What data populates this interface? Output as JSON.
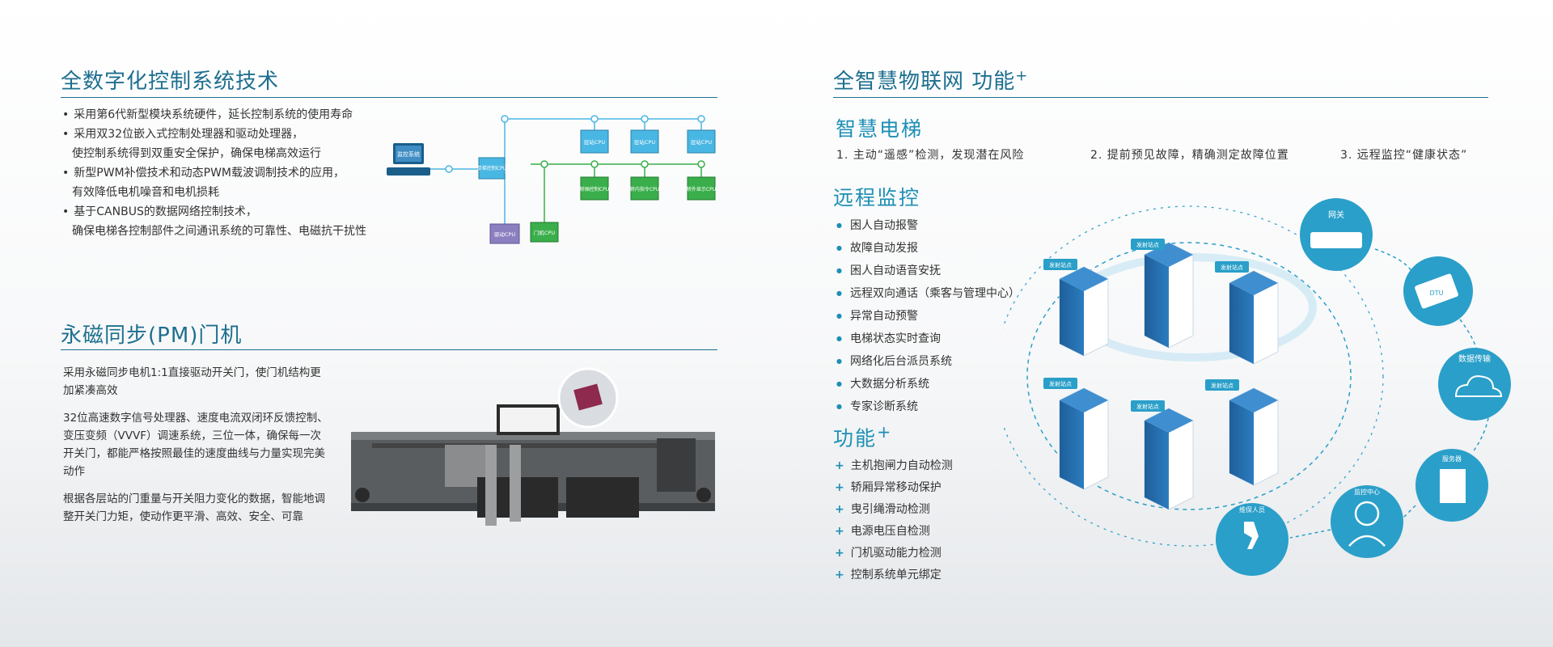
{
  "left": {
    "digital": {
      "title": "全数字化控制系统技术",
      "bullets": [
        {
          "lines": [
            "采用第6代新型模块系统硬件，延长控制系统的使用寿命"
          ]
        },
        {
          "lines": [
            "采用双32位嵌入式控制处理器和驱动处理器，",
            "使控制系统得到双重安全保护，确保电梯高效运行"
          ]
        },
        {
          "lines": [
            "新型PWM补偿技术和动态PWM载波调制技术的应用，",
            "有效降低电机噪音和电机损耗"
          ]
        },
        {
          "lines": [
            "基于CANBUS的数据网络控制技术，",
            "确保电梯各控制部件之间通讯系统的可靠性、电磁抗干扰性"
          ]
        }
      ],
      "diagram": {
        "monitor_label": "监控系统",
        "main_cpu": "单梯控制CPU",
        "floor_cpus": [
          "层站CPU",
          "层站CPU",
          "层站CPU"
        ],
        "car_cpus": [
          "轿厢控制CPU",
          "轿内指令CPU",
          "轿外显示CPU"
        ],
        "drive_cpu": "驱动CPU",
        "door_cpu": "门机CPU"
      }
    },
    "pm": {
      "title": "永磁同步(PM)门机",
      "paragraphs": [
        "采用永磁同步电机1:1直接驱动开关门，使门机结构更加紧凑高效",
        "32位高速数字信号处理器、速度电流双闭环反馈控制、变压变频（VVVF）调速系统，三位一体，确保每一次开关门，都能严格按照最佳的速度曲线与力量实现完美动作",
        "根据各层站的门重量与开关阻力变化的数据，智能地调整开关门力矩，使动作更平滑、高效、安全、可靠"
      ]
    }
  },
  "right": {
    "iot": {
      "title": "全智慧物联网 功能",
      "title_plus": "+",
      "smart": {
        "title": "智慧电梯",
        "items": [
          "1. 主动“遥感”检测，发现潜在风险",
          "2. 提前预见故障，精确测定故障位置",
          "3. 远程监控“健康状态”"
        ]
      },
      "remote": {
        "title": "远程监控",
        "items": [
          "困人自动报警",
          "故障自动发报",
          "困人自动语音安抚",
          "远程双向通话（乘客与管理中心）",
          "异常自动预警",
          "电梯状态实时查询",
          "网络化后台派员系统",
          "大数据分析系统",
          "专家诊断系统"
        ]
      },
      "plus": {
        "title": "功能",
        "title_plus": "+",
        "items": [
          "主机抱闸力自动检测",
          "轿厢异常移动保护",
          "曳引绳滑动检测",
          "电源电压自检测",
          "门机驱动能力检测",
          "控制系统单元绑定"
        ]
      },
      "network": {
        "node_label": "发射站点",
        "gateway": "网关",
        "dtu": "DTU",
        "data": "数据传输",
        "server": "服务器",
        "monitor": "监控中心",
        "maint": "维保人员"
      }
    }
  },
  "colors": {
    "accent": "#1d6f8f",
    "circle": "#2a9fc9",
    "cpu_blue": "#49b7e3",
    "cpu_green": "#3aae4a",
    "cpu_purple": "#8c7fc0"
  }
}
